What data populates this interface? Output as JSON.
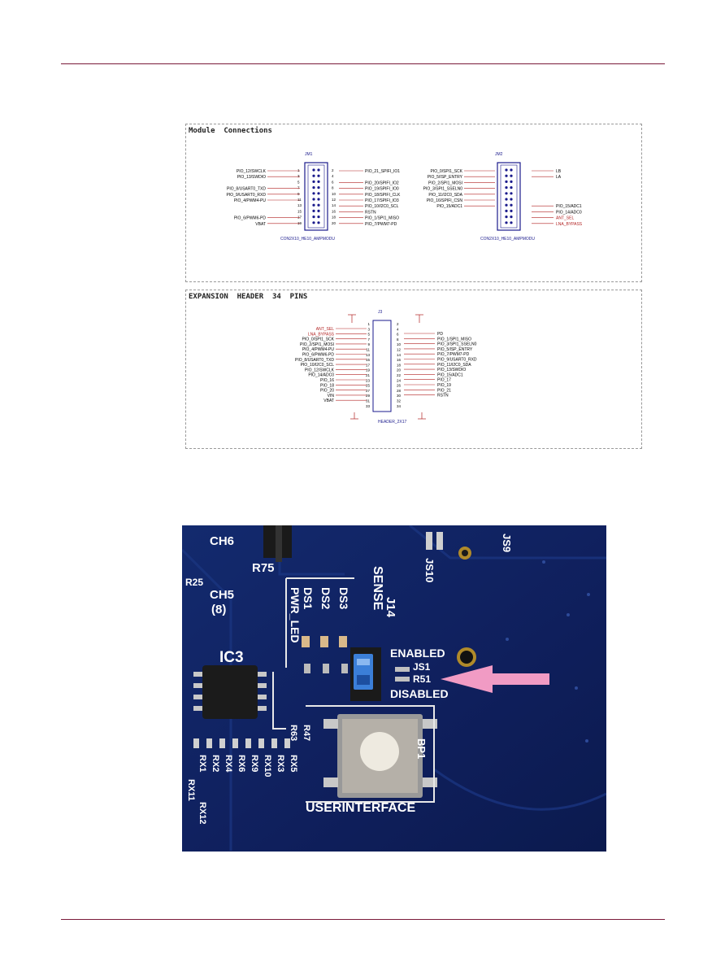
{
  "colors": {
    "rule": "#7a1a3a",
    "wire": "#b22222",
    "connector_blue": "#1a1a8c",
    "board": "#0f1f5c",
    "silkscreen": "#ffffff",
    "arrow": "#f19bc4"
  },
  "module_section": {
    "title": "Module  Connections",
    "jm1": {
      "ref": "JM1",
      "part": "CON2X10_HE10_AMPMODU",
      "left_pins": [
        "1",
        "3",
        "5",
        "7",
        "9",
        "11",
        "13",
        "15",
        "17",
        "19"
      ],
      "right_pins": [
        "2",
        "4",
        "6",
        "8",
        "10",
        "12",
        "14",
        "16",
        "18",
        "20"
      ],
      "left_nets": [
        "PIO_12/SWCLK",
        "PIO_13/SWDIO",
        "",
        "PIO_8/USART0_TXD",
        "PIO_9/USART0_RXD",
        "PIO_4/PWM4-PU",
        "",
        "",
        "PIO_6/PWM6-PD",
        "VBAT",
        ""
      ],
      "right_nets": [
        "PIO_21_SPIFI_IO1",
        "",
        "PIO_20/SPIFI_IO2",
        "PIO_19/SPIFI_IO0",
        "PIO_18/SPIFI_CLK",
        "PIO_17/SPIFI_IO3",
        "PIO_10/I2C0_SCL",
        "RSTN",
        "PIO_1/SPI1_MISO",
        "PIO_7/PWM7-PD"
      ]
    },
    "jm2": {
      "ref": "JM2",
      "part": "CON2X10_HE10_AMPMODU",
      "left_nets": [
        "PIO_0/SPI1_SCK",
        "PIO_5/ISP_ENTRY",
        "PIO_2/SPI1_MOSI",
        "PIO_3/SPI1_SSELN0",
        "PIO_11/I2C0_SDA",
        "PIO_16/SPIFI_CSN",
        "PIO_15/ADC1"
      ],
      "right_nets": [
        "LB",
        "LA",
        "PIO_15/ADC1",
        "PIO_14/ADC0",
        "ANT_SEL",
        "LNA_BYPASS"
      ]
    }
  },
  "expansion_section": {
    "title": "EXPANSION  HEADER  34  PINS",
    "ref": "J3",
    "part": "HEADER_2X17",
    "left_nets": [
      "ANT_SEL",
      "LNA_BYPASS",
      "PIO_0/SPI1_SCK",
      "PIO_2/SPI1_MOSI",
      "PIO_4/PWM4-PU",
      "PIO_6/PWM6-PD",
      "PIO_8/USART0_TXD",
      "PIO_10/I2C0_SCL",
      "PIO_12/SWCLK",
      "PIO_14/ADC0",
      "PIO_16",
      "PIO_18",
      "PIO_20",
      "VIN",
      "VBAT"
    ],
    "right_nets": [
      "PD",
      "PIO_1/SPI1_MISO",
      "PIO_3/SPI1_SSELN0",
      "PIO_5/ISP_ENTRY",
      "PIO_7/PWM7-PD",
      "PIO_9/USART0_RXD",
      "PIO_11/I2C0_SDA",
      "PIO_13/SWDIO",
      "PIO_15/ADC1",
      "PIO_17",
      "PIO_19",
      "PIO_21",
      "RSTN"
    ]
  },
  "photo": {
    "labels": {
      "ch6": "CH6",
      "r75": "R75",
      "r25": "R25",
      "ch5": "CH5",
      "ch5_sub": "(8)",
      "ic3": "IC3",
      "ds1": "DS1",
      "ds2": "DS2",
      "ds3": "DS3",
      "pwr_led": "PWR_LED",
      "sense": "SENSE",
      "j14": "J14",
      "js9": "JS9",
      "js10": "JS10",
      "enabled": "ENABLED",
      "js1": "JS1",
      "r51": "R51",
      "disabled": "DISABLED",
      "r63": "R63",
      "r47": "R47",
      "bp1": "BP1",
      "user_interface": "USERINTERFACE",
      "rx1": "RX1",
      "rx2": "RX2",
      "rx3": "RX3",
      "rx4": "RX4",
      "rx5": "RX5",
      "rx6": "RX6",
      "rx9": "RX9",
      "rx10": "RX10",
      "rx11": "RX11",
      "rx12": "RX12"
    }
  }
}
